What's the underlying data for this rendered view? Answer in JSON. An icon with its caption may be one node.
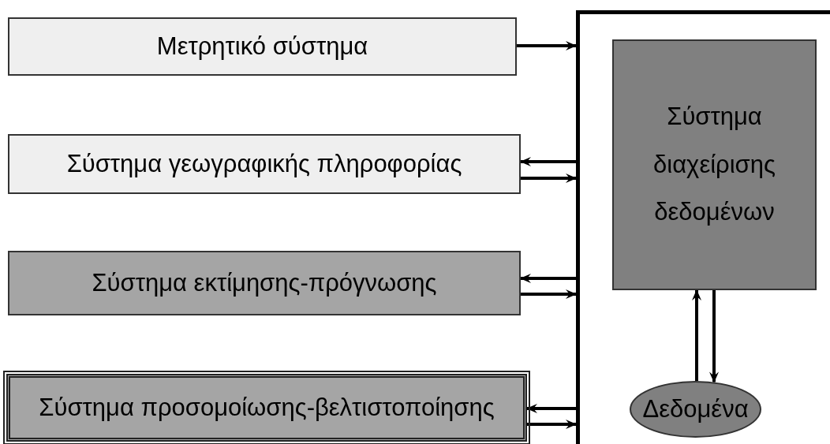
{
  "diagram": {
    "nodes": [
      {
        "text": [
          "Μετρητικό σύστημα"
        ]
      },
      {
        "text": [
          "Σύστημα γεωγραφικής πληροφορίας"
        ]
      },
      {
        "text": [
          "Σύστημα εκτίμησης-πρόγνωσης"
        ]
      },
      {
        "text": [
          "Σύστημα προσομοίωσης-βελτιστοποίησης"
        ]
      },
      {
        "text": [],
        "shape": "box"
      },
      {
        "text": [
          "Σύστημα διαχείρισης δεδομένων"
        ],
        "in": 4
      },
      {
        "text": [
          "Δεδομένα"
        ],
        "in": 4
      }
    ],
    "edges": [
      {
        "from": 0,
        "to": 4,
        "arrow": "to"
      },
      {
        "from": 4,
        "to": 1,
        "arrow": "to"
      },
      {
        "from": 1,
        "to": 4,
        "arrow": "to"
      },
      {
        "from": 4,
        "to": 2,
        "arrow": "to"
      },
      {
        "from": 2,
        "to": 4,
        "arrow": "to"
      },
      {
        "from": 4,
        "to": 3,
        "arrow": "to"
      },
      {
        "from": 3,
        "to": 4,
        "arrow": "to"
      },
      {
        "from": 6,
        "to": 5,
        "arrow": "to"
      },
      {
        "from": 5,
        "to": 6,
        "arrow": "to"
      }
    ]
  }
}
